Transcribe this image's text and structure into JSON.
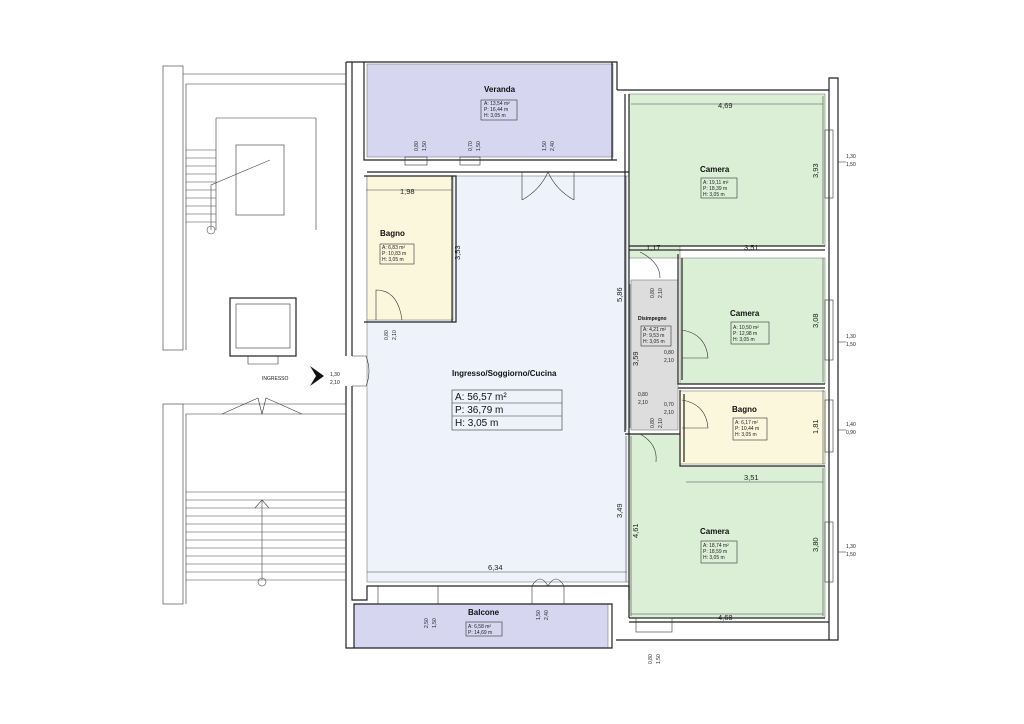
{
  "colors": {
    "veranda": "#d7d6f0",
    "bagno_ovest": "#fbf7dc",
    "soggiorno": "#eef3fb",
    "camera": "#dbefd6",
    "disimpegno": "#dddddd",
    "bagno_est": "#fbf7dc",
    "balcone": "#d7d6f0"
  },
  "rooms": {
    "veranda": {
      "name": "Veranda",
      "a": "A: 13,54 m²",
      "p": "P: 16,44 m",
      "h": "H: 3,05 m"
    },
    "bagno1": {
      "name": "Bagno",
      "a": "A: 6,83 m²",
      "p": "P: 10,83 m",
      "h": "H: 3,05 m"
    },
    "soggiorno": {
      "name": "Ingresso/Soggiorno/Cucina",
      "a": "A: 56,57 m²",
      "p": "P: 36,79 m",
      "h": "H: 3,05 m"
    },
    "camera1": {
      "name": "Camera",
      "a": "A: 19,11 m²",
      "p": "P: 18,39 m",
      "h": "H: 3,05 m"
    },
    "camera2": {
      "name": "Camera",
      "a": "A: 10,50 m²",
      "p": "P: 12,98 m",
      "h": "H: 3,05 m"
    },
    "disimpegno": {
      "name": "Disimpegno",
      "a": "A: 4,21 m²",
      "p": "P: 9,53 m",
      "h": "H: 3,05 m"
    },
    "bagno2": {
      "name": "Bagno",
      "a": "A: 6,17 m²",
      "p": "P: 10,44 m",
      "h": "H: 3,05 m"
    },
    "camera3": {
      "name": "Camera",
      "a": "A: 18,74 m²",
      "p": "P: 18,59 m",
      "h": "H: 3,05 m"
    },
    "balcone": {
      "name": "Balcone",
      "a": "A: 6,58 m²",
      "p": "P: 14,69 m"
    }
  },
  "entrance": {
    "label": "INGRESSO",
    "dim1": "1,30",
    "dim2": "2,10"
  },
  "dims": {
    "d_469": "4,69",
    "d_393": "3,93",
    "d_198": "1,98",
    "d_353": "3,53",
    "d_117": "1,17",
    "d_351a": "3,51",
    "d_586": "5,86",
    "d_308": "3,08",
    "d_359": "3,59",
    "d_181": "1,81",
    "d_351b": "3,51",
    "d_349": "3,49",
    "d_461": "4,61",
    "d_380": "3,80",
    "d_634": "6,34",
    "d_468": "4,68"
  },
  "openings": {
    "v1a": "0,80",
    "v1b": "1,50",
    "v2a": "0,70",
    "v2b": "1,50",
    "v3a": "1,50",
    "v3b": "2,40",
    "b1a": "0,80",
    "b1b": "2,10",
    "dsa": "0,80",
    "dsb": "2,10",
    "dsc": "0,80",
    "dsd": "2,10",
    "dse": "0,80",
    "dsf": "2,10",
    "dsg": "0,70",
    "dsh": "2,10",
    "dsi": "0,80",
    "dsj": "2,10",
    "e1a": "1,30",
    "e1b": "1,50",
    "e2a": "1,30",
    "e2b": "1,50",
    "e3a": "1,40",
    "e3b": "0,90",
    "e4a": "1,30",
    "e4b": "1,50",
    "bt1a": "0,80",
    "bt1b": "1,50",
    "bc1a": "2,50",
    "bc1b": "1,50",
    "bc2a": "1,50",
    "bc2b": "2,40"
  }
}
